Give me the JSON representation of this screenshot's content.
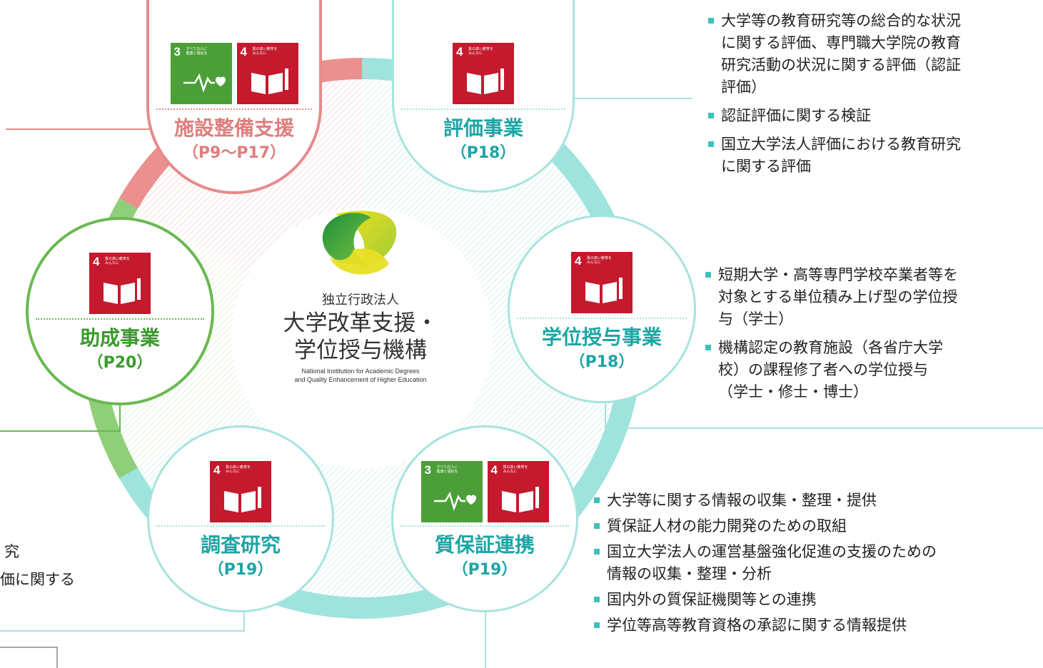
{
  "organization": {
    "name_small": "独立行政法人",
    "name_line1": "大学改革支援・",
    "name_line2": "学位授与機構",
    "english_line1": "National Institution for Academic Degrees",
    "english_line2": "and Quality Enhancement of Higher Education"
  },
  "sdg_labels": {
    "goal3_number": "3",
    "goal3_caption_line1": "すべての人に",
    "goal3_caption_line2": "健康と福祉を",
    "goal4_number": "4",
    "goal4_caption_line1": "質の高い教育を",
    "goal4_caption_line2": "みんなに"
  },
  "colors": {
    "teal": "#a6e3df",
    "teal_text": "#1da5a4",
    "pink": "#e88a8a",
    "green": "#6ab851",
    "sdg3": "#4c9f38",
    "sdg4": "#c5192d"
  },
  "programs": {
    "facility": {
      "title": "施設整備支援",
      "pages": "（P9～P17）",
      "icons": [
        "sdg-3",
        "sdg-4"
      ]
    },
    "evaluation": {
      "title": "評価事業",
      "pages": "（P18）",
      "icons": [
        "sdg-4"
      ]
    },
    "degree": {
      "title": "学位授与事業",
      "pages": "（P18）",
      "icons": [
        "sdg-4"
      ]
    },
    "qa": {
      "title": "質保証連携",
      "pages": "（P19）",
      "icons": [
        "sdg-3",
        "sdg-4"
      ]
    },
    "research": {
      "title": "調査研究",
      "pages": "（P19）",
      "icons": [
        "sdg-4"
      ]
    },
    "grant": {
      "title": "助成事業",
      "pages": "（P20）",
      "icons": [
        "sdg-4"
      ]
    }
  },
  "evaluation_items": [
    {
      "line1": "大学等の教育研究等の総合的な状況",
      "line2": "に関する評価、専門職大学院の教育",
      "line3": "研究活動の状況に関する評価（認証",
      "line4": "評価）"
    },
    {
      "line1": "認証評価に関する検証"
    },
    {
      "line1": "国立大学法人評価における教育研究",
      "line2": "に関する評価"
    }
  ],
  "degree_items": [
    {
      "line1": "短期大学・高等専門学校卒業者等を",
      "line2": "対象とする単位積み上げ型の学位授",
      "line3": "与（学士）"
    },
    {
      "line1": "機構認定の教育施設（各省庁大学",
      "line2": "校）の課程修了者への学位授与",
      "line3": "（学士・修士・博士）"
    }
  ],
  "qa_items": [
    {
      "line1": "大学等に関する情報の収集・整理・提供"
    },
    {
      "line1": "質保証人材の能力開発のための取組"
    },
    {
      "line1": "国立大学法人の運営基盤強化促進の支援のための",
      "line2": "情報の収集・整理・分析"
    },
    {
      "line1": "国内外の質保証機関等との連携"
    },
    {
      "line1": "学位等高等教育資格の承認に関する情報提供"
    }
  ],
  "research_partial": {
    "line1": "究",
    "line2": "価に関する"
  }
}
